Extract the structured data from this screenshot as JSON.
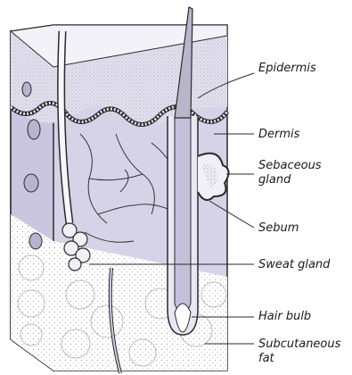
{
  "labels": {
    "epidermis": "Epidermis",
    "dermis": "Dermis",
    "sebaceous_line1": "Sebaceous",
    "sebaceous_line2": "gland",
    "sebum": "Sebum",
    "sweat_gland": "Sweat gland",
    "hair_bulb": "Hair bulb",
    "subcutaneous_line1": "Subcutaneous",
    "subcutaneous_line2": "fat"
  },
  "colors": {
    "epidermis_fill": "#ddd9ea",
    "dermis_fill": "#cfcbe4",
    "fat_fill": "#ffffff",
    "outline": "#2a2a2a",
    "hair_fill": "#b9b6cc"
  }
}
